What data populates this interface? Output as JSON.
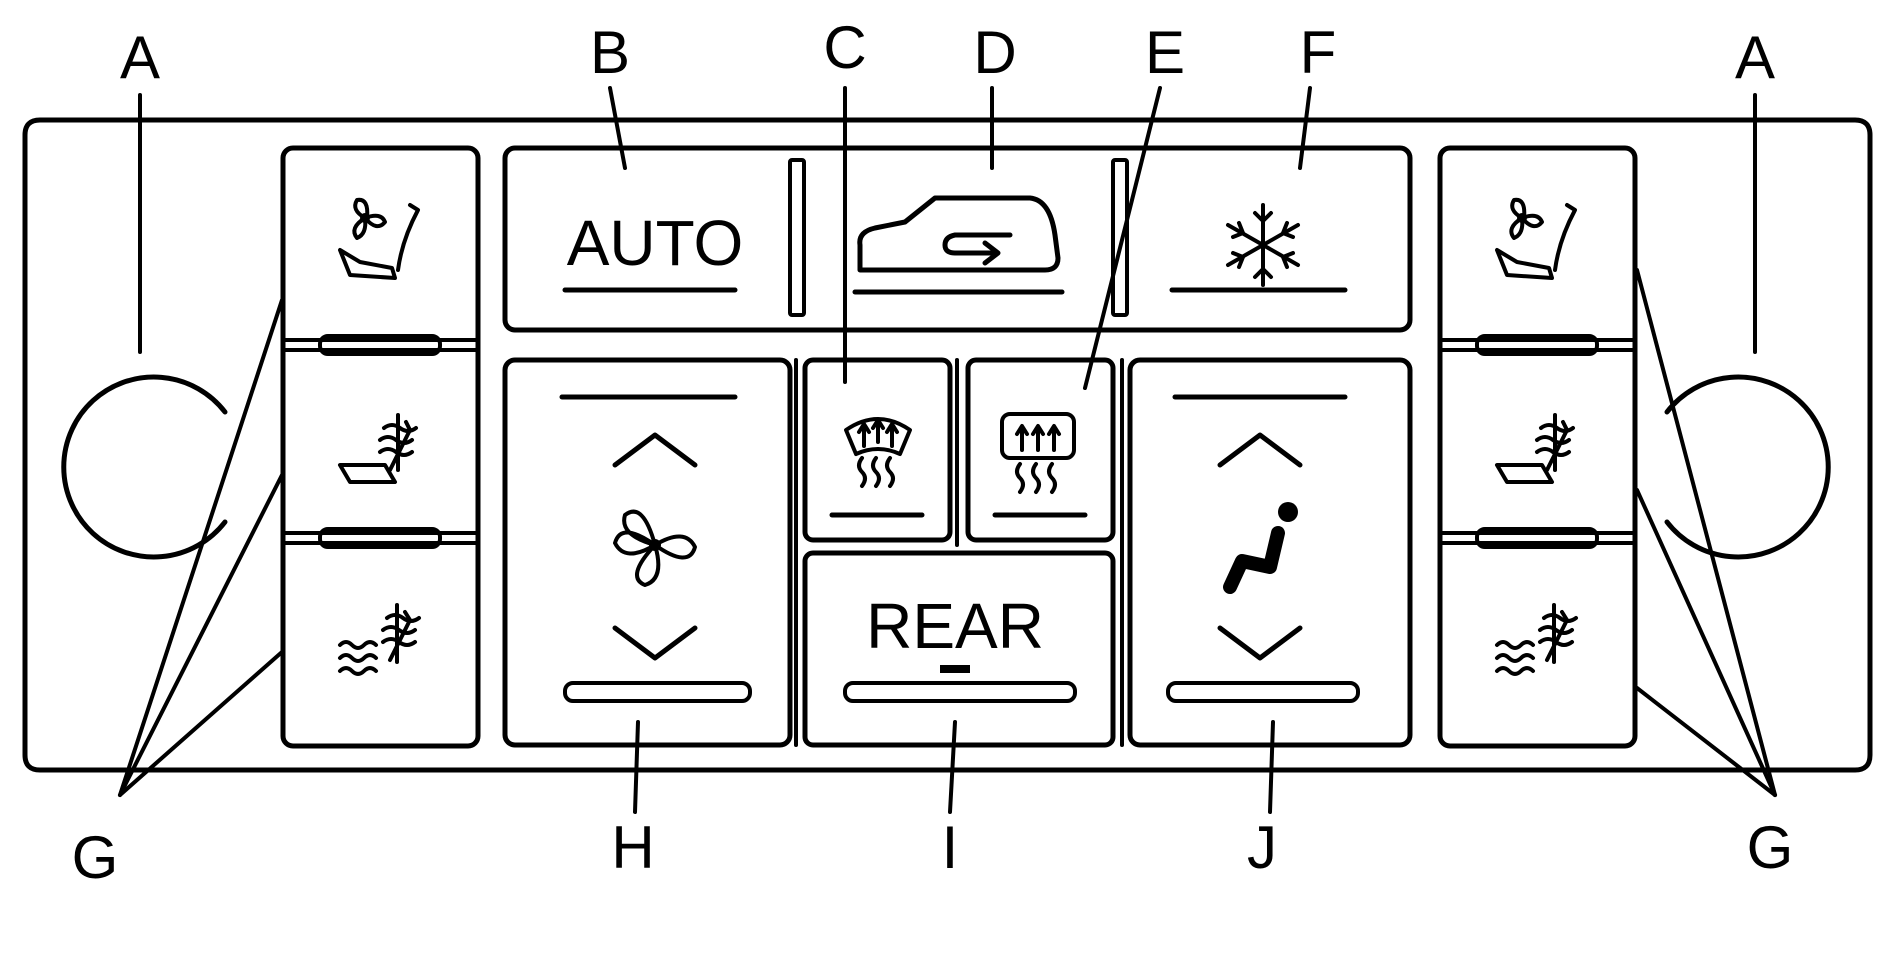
{
  "callouts": {
    "a": "A",
    "b": "B",
    "c": "C",
    "d": "D",
    "e": "E",
    "f": "F",
    "g": "G",
    "h": "H",
    "i": "I",
    "j": "J"
  },
  "buttons": {
    "auto_label": "AUTO",
    "rear_label": "REAR"
  },
  "icons": {
    "recirc": "recirculation-icon",
    "ac": "snowflake-icon",
    "front_defrost": "front-defrost-icon",
    "rear_defrost": "rear-defrost-icon",
    "fan": "fan-icon",
    "mode": "seated-person-icon",
    "seat_vent": "ventilated-seat-icon",
    "seat_heat_back": "heated-seatback-icon",
    "seat_heat_full": "heated-seat-icon"
  }
}
